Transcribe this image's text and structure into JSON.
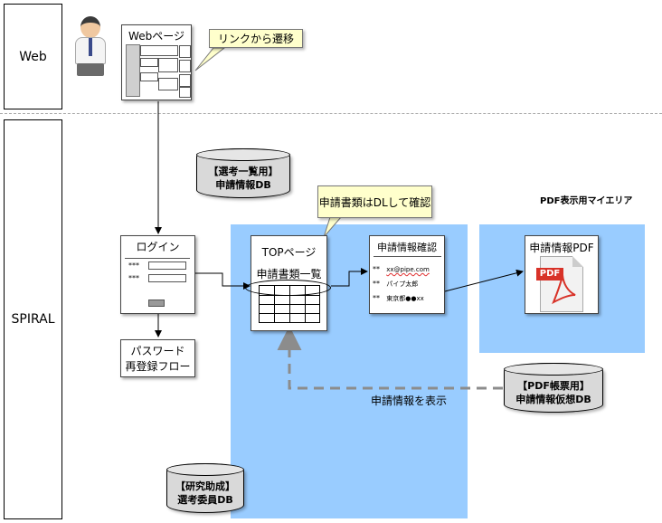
{
  "lanes": {
    "web": "Web",
    "spiral": "SPIRAL"
  },
  "webpage": {
    "title": "Webページ"
  },
  "callouts": {
    "link": "リンクから遷移",
    "dl": "申請書類はDLして確認"
  },
  "db_selection": {
    "line1": "【選考一覧用】",
    "line2": "申請情報DB"
  },
  "login": {
    "title": "ログイン",
    "row1": "***",
    "row2": "***"
  },
  "password": {
    "line1": "パスワード",
    "line2": "再登録フロー"
  },
  "top_page": {
    "title": "TOPページ",
    "subtitle": "申請書類一覧"
  },
  "confirm": {
    "title": "申請情報確認",
    "rows": [
      {
        "mark": "**",
        "value": "xx@pipe.com"
      },
      {
        "mark": "**",
        "value": "パイプ太郎"
      },
      {
        "mark": "**",
        "value": "東京都●●xx"
      }
    ]
  },
  "pdf_area": {
    "label": "PDF表示用マイエリア"
  },
  "pdf": {
    "title": "申請情報PDF",
    "icon_text": "PDF"
  },
  "db_pdf": {
    "line1": "【PDF帳票用】",
    "line2": "申請情報仮想DB"
  },
  "show_label": "申請情報を表示",
  "db_research": {
    "line1": "【研究助成】",
    "line2": "選考委員DB"
  }
}
